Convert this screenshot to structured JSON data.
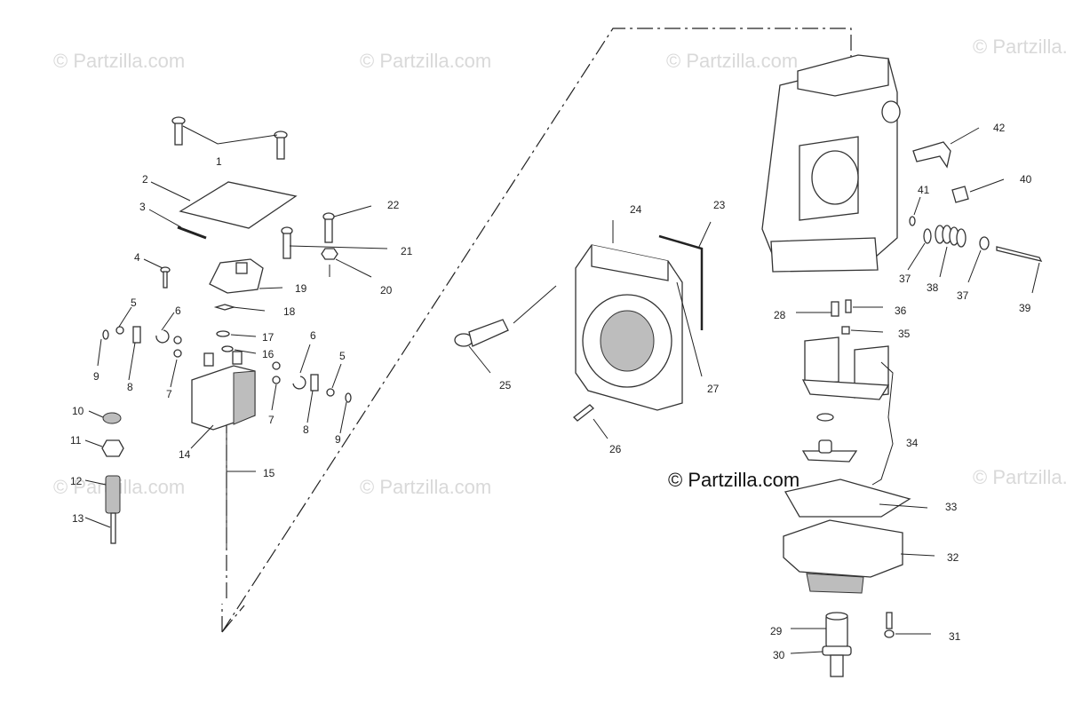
{
  "watermarks": {
    "w1": "© Partzilla.com",
    "w2": "© Partzilla.com",
    "w3": "© Partzilla.com",
    "w4": "© Partzilla.com",
    "w5": "© Partzilla.com",
    "w6": "© Partzilla.com",
    "w7": "© Partzilla.com",
    "brand": "© Partzilla.com"
  },
  "callouts": {
    "c1": "1",
    "c2": "2",
    "c3": "3",
    "c4": "4",
    "c5a": "5",
    "c5b": "5",
    "c6a": "6",
    "c6b": "6",
    "c7a": "7",
    "c7b": "7",
    "c8a": "8",
    "c8b": "8",
    "c9a": "9",
    "c9b": "9",
    "c10": "10",
    "c11": "11",
    "c12": "12",
    "c13": "13",
    "c14": "14",
    "c15": "15",
    "c16": "16",
    "c17": "17",
    "c18": "18",
    "c19": "19",
    "c20": "20",
    "c21": "21",
    "c22": "22",
    "c23": "23",
    "c24": "24",
    "c25": "25",
    "c26": "26",
    "c27": "27",
    "c28": "28",
    "c29": "29",
    "c30": "30",
    "c31": "31",
    "c32": "32",
    "c33": "33",
    "c34": "34",
    "c35": "35",
    "c36": "36",
    "c37a": "37",
    "c37b": "37",
    "c38": "38",
    "c39": "39",
    "c40": "40",
    "c41": "41",
    "c42": "42"
  }
}
